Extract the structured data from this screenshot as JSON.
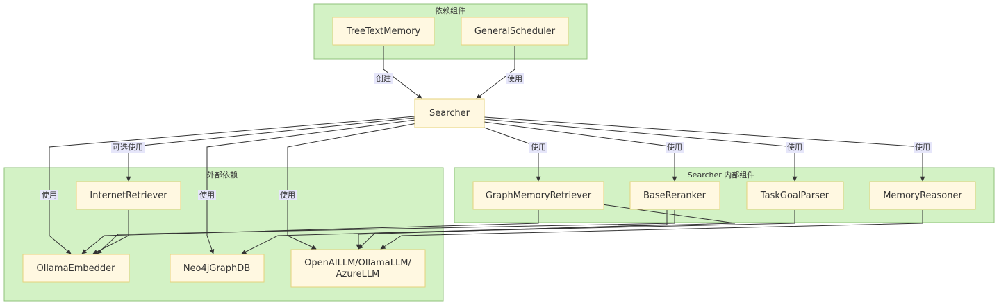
{
  "colors": {
    "cluster_fill": "#d3f2c5",
    "cluster_stroke": "#8fc27a",
    "node_fill": "#fff8e1",
    "node_stroke": "#e6d27a",
    "edge": "#333333",
    "edge_label_bg": "#e6e6fa"
  },
  "clusters": {
    "deps": "依赖组件",
    "external": "外部依赖",
    "internal": "Searcher 内部组件"
  },
  "nodes": {
    "tree": "TreeTextMemory",
    "sched": "GeneralScheduler",
    "searcher": "Searcher",
    "internet": "InternetRetriever",
    "embedder": "OllamaEmbedder",
    "neo4j": "Neo4jGraphDB",
    "llm_line1": "OpenAILLM/OllamaLLM/",
    "llm_line2": "AzureLLM",
    "gmr": "GraphMemoryRetriever",
    "rerank": "BaseReranker",
    "tgp": "TaskGoalParser",
    "reasoner": "MemoryReasoner"
  },
  "edges": {
    "create": "创建",
    "use": "使用",
    "optional_use": "可选使用"
  }
}
